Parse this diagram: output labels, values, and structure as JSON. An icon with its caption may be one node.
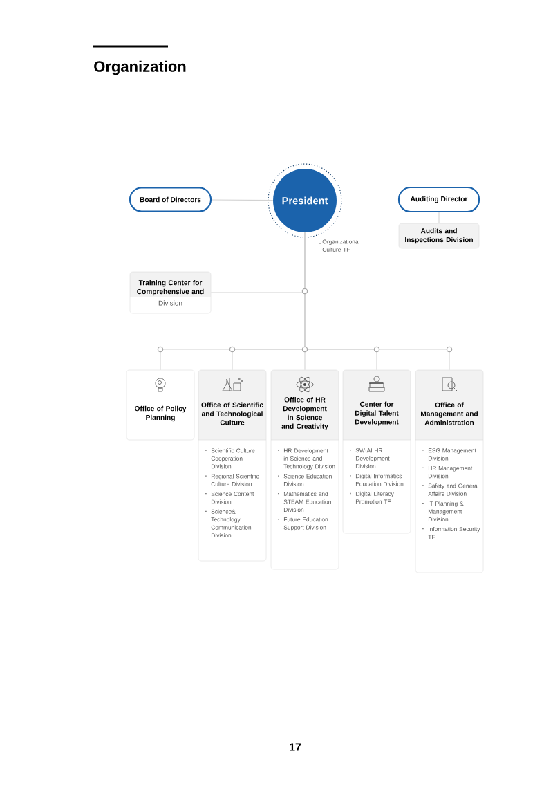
{
  "diagram": {
    "title": "Organization",
    "nodes": [
      {
        "text": [
          "Board of Directors"
        ]
      },
      {
        "text": [
          "President"
        ],
        "beside": [
          "Organizational Culture TF"
        ]
      },
      {
        "text": [
          "Auditing Director"
        ]
      },
      {
        "text": [
          "Audits and Inspections Division"
        ]
      },
      {
        "text": [
          "Training Center for Comprehensive and",
          "Division"
        ]
      },
      {
        "text": [
          "Office of Policy Planning"
        ]
      },
      {
        "text": [
          "Office of Scientific and Technological Culture",
          "Scientific Culture Cooperation Division",
          "Regional Scientific Culture Division",
          "Science Content Division",
          "Science& Technology Communication Division"
        ]
      },
      {
        "text": [
          "Office of HR Development in Science and Creativity",
          "HR Development in Science and Technology Division",
          "Science Education Division",
          "Mathematics and STEAM Education Division",
          "Future Education Support Division"
        ]
      },
      {
        "text": [
          "Center for Digital Talent Development",
          "SW·AI HR Development Division",
          "Digital Informatics Education Division",
          "Digital Literacy Promotion TF"
        ]
      },
      {
        "text": [
          "Office of Management and Administration",
          "ESG Management Division",
          "HR Management Division",
          "Safety and General Affairs Division",
          "IT Planning & Management Division",
          "Information Security TF"
        ]
      }
    ],
    "edges": [
      {
        "from": 0,
        "to": 1,
        "arrow": "none"
      },
      {
        "from": 2,
        "to": 3,
        "arrow": "none"
      },
      {
        "from": 1,
        "to": 4,
        "arrow": "none"
      },
      {
        "from": 1,
        "to": 5,
        "arrow": "none"
      },
      {
        "from": 1,
        "to": 6,
        "arrow": "none"
      },
      {
        "from": 1,
        "to": 7,
        "arrow": "none"
      },
      {
        "from": 1,
        "to": 8,
        "arrow": "none"
      },
      {
        "from": 1,
        "to": 9,
        "arrow": "none"
      }
    ],
    "labels": [
      "17"
    ]
  }
}
